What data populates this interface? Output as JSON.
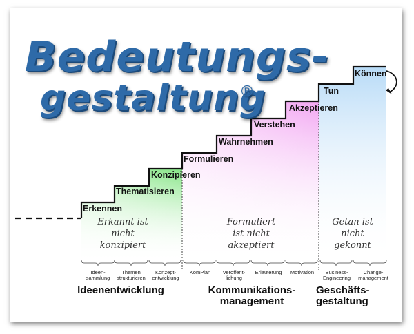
{
  "title": {
    "line1": "Bedeutungs-",
    "line2": "gestaltung",
    "mark": "®"
  },
  "steps": [
    "Erkennen",
    "Thematisieren",
    "Konzipieren",
    "Formulieren",
    "Wahrnehmen",
    "Verstehen",
    "Akzeptieren",
    "Tun",
    "Können"
  ],
  "notes": [
    "Erkannt ist\nnicht\nkonzipiert",
    "Formuliert\nist nicht\nakzeptiert",
    "Getan ist\nnicht\ngekonnt"
  ],
  "sub_labels": [
    "Ideen-\nsammlung",
    "Themen\nstrukturieren",
    "Konzept-\nentwicklung",
    "KomPlan",
    "Veröffent-\nlichung",
    "Erläuterung",
    "Motivation",
    "Business-\nEngineering",
    "Change-\nmanagement"
  ],
  "groups": [
    "Ideenentwicklung",
    "Kommunikations-\nmanagement",
    "Geschäfts-\ngestaltung"
  ],
  "colors": {
    "title": "#2e6aa8",
    "green": "#7fe07f",
    "magenta": "#f08cf0",
    "blue": "#a8d4f6"
  }
}
